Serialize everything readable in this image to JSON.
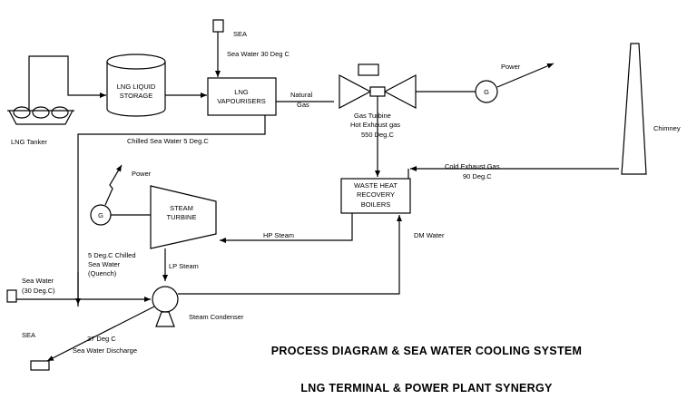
{
  "labels": {
    "sea_top": "SEA",
    "sea_water_30": "Sea Water 30 Deg C",
    "lng_storage_1": "LNG LIQUID",
    "lng_storage_2": "STORAGE",
    "vaporisers_1": "LNG",
    "vaporisers_2": "VAPOURISERS",
    "natural_1": "Natural",
    "natural_2": "Gas",
    "power_top": "Power",
    "generator_top": "G",
    "gas_turbine_1": "Gas Turbine",
    "gas_turbine_2": "Hot Exhaust gas",
    "gas_turbine_3": "550 Deg.C",
    "lng_tanker": "LNG Tanker",
    "chilled_sea_water": "Chilled Sea Water 5 Deg.C",
    "chimney": "Chimney",
    "cold_exhaust_1": "Cold Exhaust Gas",
    "cold_exhaust_2": "90 Deg.C",
    "whrb_1": "WASTE HEAT",
    "whrb_2": "RECOVERY",
    "whrb_3": "BOILERS",
    "power_left": "Power",
    "generator_left": "G",
    "steam_turbine_1": "STEAM",
    "steam_turbine_2": "TURBINE",
    "hp_steam": "HP Steam",
    "dm_water": "DM Water",
    "quench_1": "5 Deg.C Chilled",
    "quench_2": "Sea Water",
    "quench_3": "(Quench)",
    "lp_steam": "LP Steam",
    "sea_water_left_1": "Sea Water",
    "sea_water_left_2": "(30 Deg.C)",
    "steam_condenser": "Steam Condenser",
    "sea_bottom": "SEA",
    "discharge_temp": "37 Deg C",
    "discharge": "Sea Water Discharge"
  },
  "titles": {
    "line1": "PROCESS  DIAGRAM & SEA WATER  COOLING SYSTEM",
    "line2": "LNG  TERMINAL  &  POWER  PLANT  SYNERGY"
  }
}
